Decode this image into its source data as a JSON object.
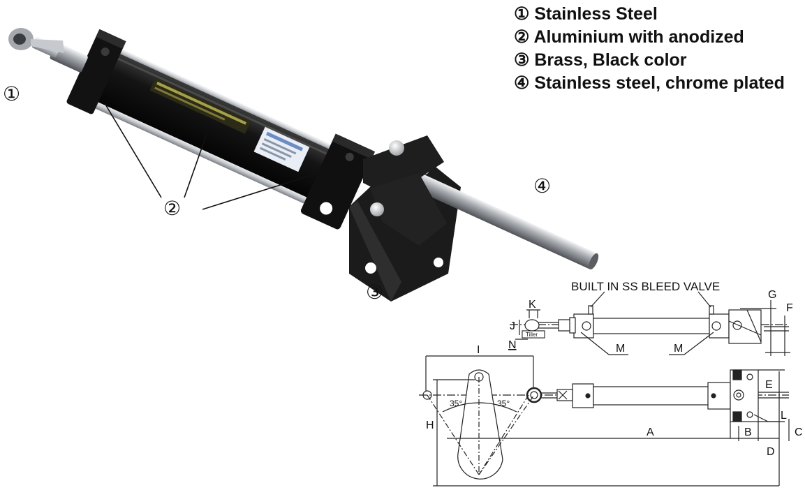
{
  "legend": [
    {
      "num": "①",
      "text": "Stainless Steel"
    },
    {
      "num": "②",
      "text": "Aluminium with anodized"
    },
    {
      "num": "③",
      "text": "Brass, Black color"
    },
    {
      "num": "④",
      "text": "Stainless steel, chrome plated"
    }
  ],
  "photo_callouts": {
    "c1": "①",
    "c2": "②",
    "c3": "③",
    "c4": "④"
  },
  "drawing": {
    "bleed_valve": "BUILT IN SS BLEED VALVE",
    "tiller": "Tiller",
    "angle_left": "35°",
    "angle_right": "35°",
    "dims": {
      "A": "A",
      "B": "B",
      "C": "C",
      "D": "D",
      "E": "E",
      "F": "F",
      "G": "G",
      "H": "H",
      "I": "I",
      "J": "J",
      "K": "K",
      "L": "L",
      "M1": "M",
      "M2": "M",
      "N": "N"
    }
  },
  "colors": {
    "cylinder_black": "#161616",
    "rod_steel": "#b9bcc0",
    "label_blue": "#e9eef6",
    "line": "#222222"
  }
}
